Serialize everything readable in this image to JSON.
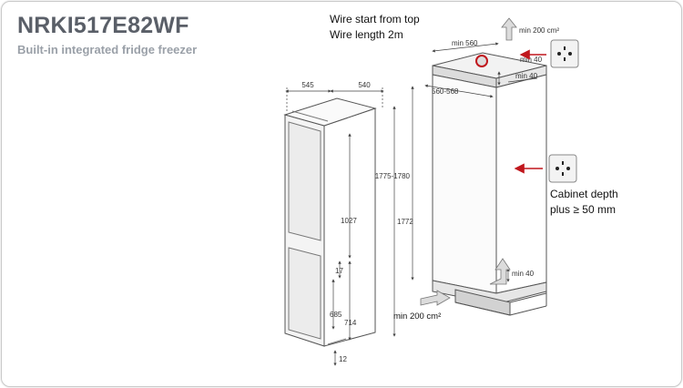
{
  "header": {
    "title": "NRKI517E82WF",
    "subtitle": "Built-in integrated fridge freezer"
  },
  "fridge_dims": {
    "width": "545",
    "depth": "540",
    "total_height": "1772",
    "fridge_height": "1027",
    "gap": "17",
    "freezer_height": "685",
    "freezer_total": "714",
    "bottom": "12"
  },
  "niche_dims": {
    "width": "min 560",
    "depth": "560-568",
    "height": "1775-1780",
    "top_clearance": "min 40",
    "side_top": "min 40",
    "bottom_vent": "min 40",
    "top_vent_area": "min 200 cm²",
    "bottom_vent_area": "min 200 cm²"
  },
  "annotations": {
    "wire_line1": "Wire start from top",
    "wire_line2": "Wire length 2m",
    "depth_line1": "Cabinet depth",
    "depth_line2": "plus ≥ 50 mm"
  },
  "colors": {
    "title": "#5a5f68",
    "subtitle": "#9aa0a8",
    "arrow_red": "#c0171d",
    "line": "#555555"
  },
  "icons": [
    "socket-icon",
    "socket-icon"
  ]
}
